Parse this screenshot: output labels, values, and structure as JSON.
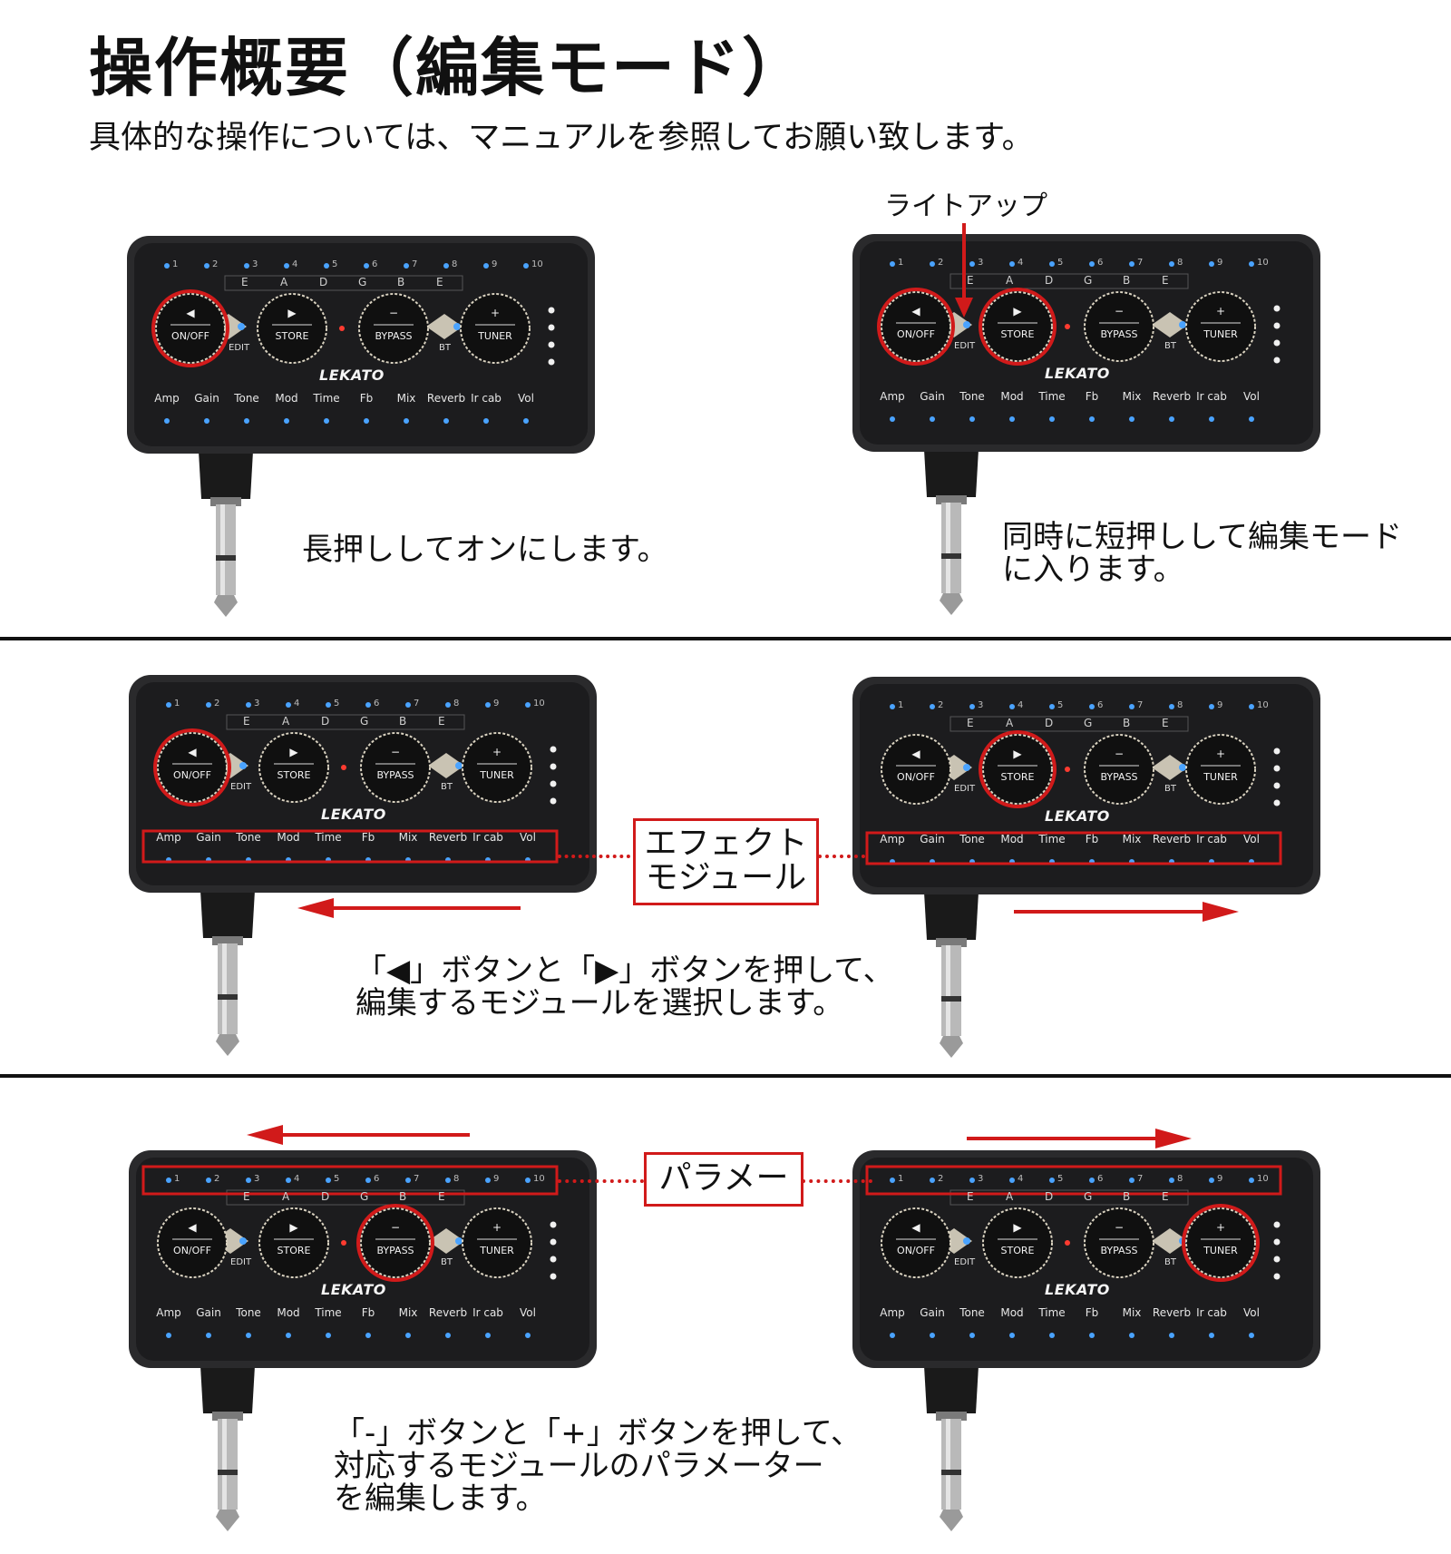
{
  "title": "操作概要（編集モード）",
  "subtitle": "具体的な操作については、マニュアルを参照してお願い致します。",
  "callout_lightup": "ライトアップ",
  "captions": {
    "step1": "長押ししてオンにします。",
    "step2": "同時に短押しして編集モード\nに入ります。",
    "step3": "「◀」ボタンと「▶」ボタンを押して、\n編集するモジュールを選択します。",
    "step4": "「-」ボタンと「+」ボタンを押して、\n対応するモジュールのパラメーター\nを編集します。"
  },
  "labels": {
    "effect_module": "エフェクト\nモジュール",
    "param": "パラメー"
  },
  "device": {
    "brand": "LEKATO",
    "numbers": [
      "1",
      "2",
      "3",
      "4",
      "5",
      "6",
      "7",
      "8",
      "9",
      "10"
    ],
    "strings": [
      "E",
      "A",
      "D",
      "G",
      "B",
      "E"
    ],
    "buttons": {
      "on_off": {
        "symbol": "◀",
        "label": "ON/OFF"
      },
      "store": {
        "symbol": "▶",
        "label": "STORE"
      },
      "bypass": {
        "symbol": "−",
        "label": "BYPASS"
      },
      "tuner": {
        "symbol": "+",
        "label": "TUNER"
      }
    },
    "edit_label": "EDIT",
    "bt_label": "BT",
    "modules": [
      "Amp",
      "Gain",
      "Tone",
      "Mod",
      "Time",
      "Fb",
      "Mix",
      "Reverb",
      "Ir cab",
      "Vol"
    ]
  },
  "colors": {
    "highlight": "#d11a1a",
    "device_body": "#1c1c1e",
    "led": "#4aa3ff"
  }
}
